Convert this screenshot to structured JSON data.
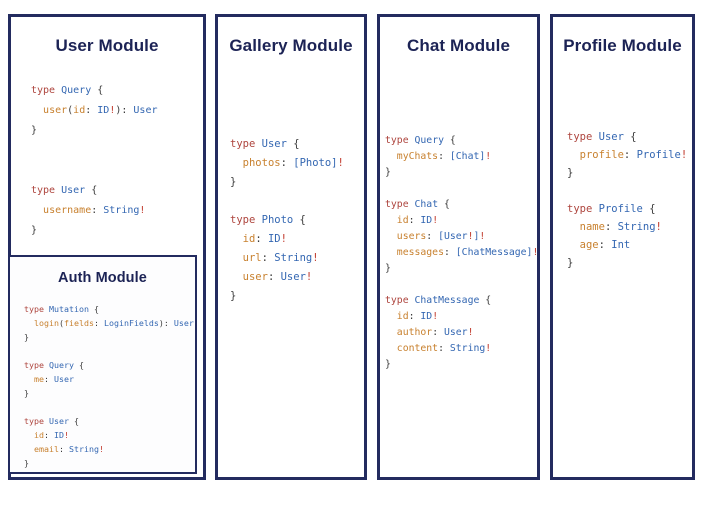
{
  "palette": {
    "border_navy": "#232b5f",
    "title_navy": "#1c2355",
    "keyword_red": "#ae453e",
    "type_blue": "#3467b2",
    "field_orange": "#c8812f",
    "punct_dark": "#3b3b3b",
    "bang_red": "#c13a2c"
  },
  "panels": {
    "user": {
      "title": "User Module",
      "code": [
        [
          [
            "kw",
            "type"
          ],
          [
            "pl",
            " "
          ],
          [
            "ty",
            "Query"
          ],
          [
            "pl",
            " {"
          ]
        ],
        [
          [
            "pl",
            "  "
          ],
          [
            "fd",
            "user"
          ],
          [
            "pl",
            "("
          ],
          [
            "fd",
            "id"
          ],
          [
            "pl",
            ": "
          ],
          [
            "ty",
            "ID"
          ],
          [
            "bg",
            "!"
          ],
          [
            "pl",
            "): "
          ],
          [
            "ty",
            "User"
          ]
        ],
        [
          [
            "pl",
            "}"
          ]
        ],
        [],
        [],
        [
          [
            "kw",
            "type"
          ],
          [
            "pl",
            " "
          ],
          [
            "ty",
            "User"
          ],
          [
            "pl",
            " {"
          ]
        ],
        [
          [
            "pl",
            "  "
          ],
          [
            "fd",
            "username"
          ],
          [
            "pl",
            ": "
          ],
          [
            "ty",
            "String"
          ],
          [
            "bg",
            "!"
          ]
        ],
        [
          [
            "pl",
            "}"
          ]
        ]
      ]
    },
    "auth": {
      "title": "Auth Module",
      "code": [
        [
          [
            "kw",
            "type"
          ],
          [
            "pl",
            " "
          ],
          [
            "ty",
            "Mutation"
          ],
          [
            "pl",
            " {"
          ]
        ],
        [
          [
            "pl",
            "  "
          ],
          [
            "fd",
            "login"
          ],
          [
            "pl",
            "("
          ],
          [
            "fd",
            "fields"
          ],
          [
            "pl",
            ": "
          ],
          [
            "ty",
            "LoginFields"
          ],
          [
            "pl",
            "): "
          ],
          [
            "ty",
            "User"
          ]
        ],
        [
          [
            "pl",
            "}"
          ]
        ],
        [],
        [
          [
            "kw",
            "type"
          ],
          [
            "pl",
            " "
          ],
          [
            "ty",
            "Query"
          ],
          [
            "pl",
            " {"
          ]
        ],
        [
          [
            "pl",
            "  "
          ],
          [
            "fd",
            "me"
          ],
          [
            "pl",
            ": "
          ],
          [
            "ty",
            "User"
          ]
        ],
        [
          [
            "pl",
            "}"
          ]
        ],
        [],
        [
          [
            "kw",
            "type"
          ],
          [
            "pl",
            " "
          ],
          [
            "ty",
            "User"
          ],
          [
            "pl",
            " {"
          ]
        ],
        [
          [
            "pl",
            "  "
          ],
          [
            "fd",
            "id"
          ],
          [
            "pl",
            ": "
          ],
          [
            "ty",
            "ID"
          ],
          [
            "bg",
            "!"
          ]
        ],
        [
          [
            "pl",
            "  "
          ],
          [
            "fd",
            "email"
          ],
          [
            "pl",
            ": "
          ],
          [
            "ty",
            "String"
          ],
          [
            "bg",
            "!"
          ]
        ],
        [
          [
            "pl",
            "}"
          ]
        ]
      ]
    },
    "gallery": {
      "title": "Gallery Module",
      "code": [
        [
          [
            "kw",
            "type"
          ],
          [
            "pl",
            " "
          ],
          [
            "ty",
            "User"
          ],
          [
            "pl",
            " {"
          ]
        ],
        [
          [
            "pl",
            "  "
          ],
          [
            "fd",
            "photos"
          ],
          [
            "pl",
            ": "
          ],
          [
            "ty",
            "[Photo]"
          ],
          [
            "bg",
            "!"
          ]
        ],
        [
          [
            "pl",
            "}"
          ]
        ],
        [],
        [
          [
            "kw",
            "type"
          ],
          [
            "pl",
            " "
          ],
          [
            "ty",
            "Photo"
          ],
          [
            "pl",
            " {"
          ]
        ],
        [
          [
            "pl",
            "  "
          ],
          [
            "fd",
            "id"
          ],
          [
            "pl",
            ": "
          ],
          [
            "ty",
            "ID"
          ],
          [
            "bg",
            "!"
          ]
        ],
        [
          [
            "pl",
            "  "
          ],
          [
            "fd",
            "url"
          ],
          [
            "pl",
            ": "
          ],
          [
            "ty",
            "String"
          ],
          [
            "bg",
            "!"
          ]
        ],
        [
          [
            "pl",
            "  "
          ],
          [
            "fd",
            "user"
          ],
          [
            "pl",
            ": "
          ],
          [
            "ty",
            "User"
          ],
          [
            "bg",
            "!"
          ]
        ],
        [
          [
            "pl",
            "}"
          ]
        ]
      ]
    },
    "chat": {
      "title": "Chat Module",
      "code": [
        [
          [
            "kw",
            "type"
          ],
          [
            "pl",
            " "
          ],
          [
            "ty",
            "Query"
          ],
          [
            "pl",
            " {"
          ]
        ],
        [
          [
            "pl",
            "  "
          ],
          [
            "fd",
            "myChats"
          ],
          [
            "pl",
            ": "
          ],
          [
            "ty",
            "[Chat]"
          ],
          [
            "bg",
            "!"
          ]
        ],
        [
          [
            "pl",
            "}"
          ]
        ],
        [],
        [
          [
            "kw",
            "type"
          ],
          [
            "pl",
            " "
          ],
          [
            "ty",
            "Chat"
          ],
          [
            "pl",
            " {"
          ]
        ],
        [
          [
            "pl",
            "  "
          ],
          [
            "fd",
            "id"
          ],
          [
            "pl",
            ": "
          ],
          [
            "ty",
            "ID"
          ],
          [
            "bg",
            "!"
          ]
        ],
        [
          [
            "pl",
            "  "
          ],
          [
            "fd",
            "users"
          ],
          [
            "pl",
            ": "
          ],
          [
            "ty",
            "[User"
          ],
          [
            "bg",
            "!"
          ],
          [
            "ty",
            "]"
          ],
          [
            "bg",
            "!"
          ]
        ],
        [
          [
            "pl",
            "  "
          ],
          [
            "fd",
            "messages"
          ],
          [
            "pl",
            ": "
          ],
          [
            "ty",
            "[ChatMessage]"
          ],
          [
            "bg",
            "!"
          ]
        ],
        [
          [
            "pl",
            "}"
          ]
        ],
        [],
        [
          [
            "kw",
            "type"
          ],
          [
            "pl",
            " "
          ],
          [
            "ty",
            "ChatMessage"
          ],
          [
            "pl",
            " {"
          ]
        ],
        [
          [
            "pl",
            "  "
          ],
          [
            "fd",
            "id"
          ],
          [
            "pl",
            ": "
          ],
          [
            "ty",
            "ID"
          ],
          [
            "bg",
            "!"
          ]
        ],
        [
          [
            "pl",
            "  "
          ],
          [
            "fd",
            "author"
          ],
          [
            "pl",
            ": "
          ],
          [
            "ty",
            "User"
          ],
          [
            "bg",
            "!"
          ]
        ],
        [
          [
            "pl",
            "  "
          ],
          [
            "fd",
            "content"
          ],
          [
            "pl",
            ": "
          ],
          [
            "ty",
            "String"
          ],
          [
            "bg",
            "!"
          ]
        ],
        [
          [
            "pl",
            "}"
          ]
        ]
      ]
    },
    "profile": {
      "title": "Profile Module",
      "code": [
        [
          [
            "kw",
            "type"
          ],
          [
            "pl",
            " "
          ],
          [
            "ty",
            "User"
          ],
          [
            "pl",
            " {"
          ]
        ],
        [
          [
            "pl",
            "  "
          ],
          [
            "fd",
            "profile"
          ],
          [
            "pl",
            ": "
          ],
          [
            "ty",
            "Profile"
          ],
          [
            "bg",
            "!"
          ]
        ],
        [
          [
            "pl",
            "}"
          ]
        ],
        [],
        [
          [
            "kw",
            "type"
          ],
          [
            "pl",
            " "
          ],
          [
            "ty",
            "Profile"
          ],
          [
            "pl",
            " {"
          ]
        ],
        [
          [
            "pl",
            "  "
          ],
          [
            "fd",
            "name"
          ],
          [
            "pl",
            ": "
          ],
          [
            "ty",
            "String"
          ],
          [
            "bg",
            "!"
          ]
        ],
        [
          [
            "pl",
            "  "
          ],
          [
            "fd",
            "age"
          ],
          [
            "pl",
            ": "
          ],
          [
            "ty",
            "Int"
          ]
        ],
        [
          [
            "pl",
            "}"
          ]
        ]
      ]
    }
  }
}
